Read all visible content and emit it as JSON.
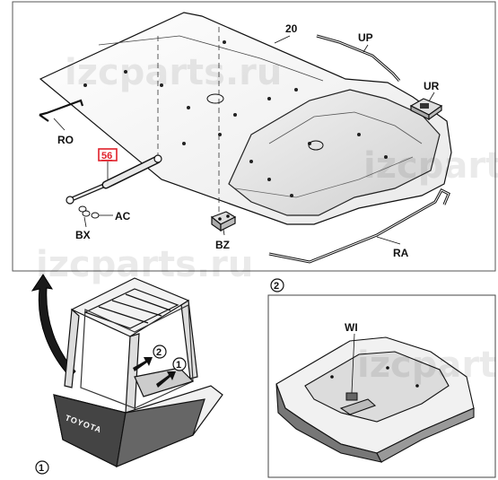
{
  "labels": {
    "part_20": "20",
    "up": "UP",
    "ur": "UR",
    "ro": "RO",
    "part_56": "56",
    "ac": "AC",
    "bx": "BX",
    "bz": "BZ",
    "ra": "RA",
    "wi": "WI"
  },
  "callouts": {
    "one": "1",
    "two": "2",
    "one_detail": "1",
    "two_detail": "2",
    "one_panel": "1",
    "two_panel": "2"
  },
  "brand_text": "TOYOTA",
  "watermark": "izcparts.ru",
  "colors": {
    "highlight": "#e0202a",
    "line": "#111111",
    "panel_fill": "#f4f4f4"
  }
}
